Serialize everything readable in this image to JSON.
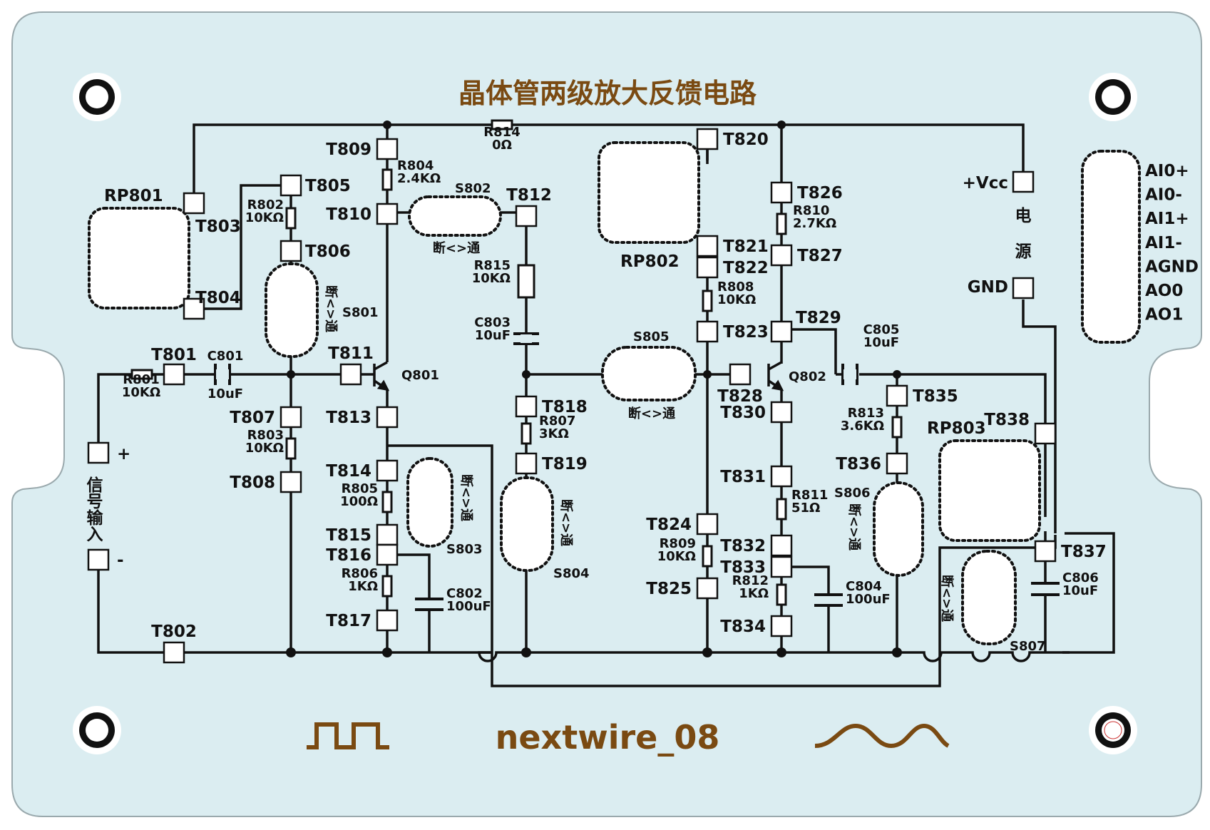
{
  "title": "晶体管两级放大反馈电路",
  "brand": "nextwire_08",
  "colors": {
    "board": "#dbedf1",
    "brand": "#7a4a12",
    "line": "#111111"
  },
  "test_points": [
    "T801",
    "T802",
    "T803",
    "T804",
    "T805",
    "T806",
    "T807",
    "T808",
    "T809",
    "T810",
    "T811",
    "T812",
    "T813",
    "T814",
    "T815",
    "T816",
    "T817",
    "T818",
    "T819",
    "T820",
    "T821",
    "T822",
    "T823",
    "T824",
    "T825",
    "T826",
    "T827",
    "T828",
    "T829",
    "T830",
    "T831",
    "T832",
    "T833",
    "T834",
    "T835",
    "T836",
    "T837",
    "T838"
  ],
  "components": {
    "R801": {
      "ref": "R801",
      "val": "10KΩ"
    },
    "R802": {
      "ref": "R802",
      "val": "10KΩ"
    },
    "R803": {
      "ref": "R803",
      "val": "10KΩ"
    },
    "R804": {
      "ref": "R804",
      "val": "2.4KΩ"
    },
    "R805": {
      "ref": "R805",
      "val": "100Ω"
    },
    "R806": {
      "ref": "R806",
      "val": "1KΩ"
    },
    "R807": {
      "ref": "R807",
      "val": "3KΩ"
    },
    "R808": {
      "ref": "R808",
      "val": "10KΩ"
    },
    "R809": {
      "ref": "R809",
      "val": "10KΩ"
    },
    "R810": {
      "ref": "R810",
      "val": "2.7KΩ"
    },
    "R811": {
      "ref": "R811",
      "val": "51Ω"
    },
    "R812": {
      "ref": "R812",
      "val": "1KΩ"
    },
    "R813": {
      "ref": "R813",
      "val": "3.6KΩ"
    },
    "R814": {
      "ref": "R814",
      "val": "0Ω"
    },
    "R815": {
      "ref": "R815",
      "val": "10KΩ"
    },
    "C801": {
      "ref": "C801",
      "val": "10uF"
    },
    "C802": {
      "ref": "C802",
      "val": "100uF"
    },
    "C803": {
      "ref": "C803",
      "val": "10uF"
    },
    "C804": {
      "ref": "C804",
      "val": "100uF"
    },
    "C805": {
      "ref": "C805",
      "val": "10uF"
    },
    "C806": {
      "ref": "C806",
      "val": "10uF"
    },
    "Q801": "Q801",
    "Q802": "Q802",
    "RP801": "RP801",
    "RP802": "RP802",
    "RP803": "RP803"
  },
  "switches": {
    "S801": "S801",
    "S802": "S802",
    "S803": "S803",
    "S804": "S804",
    "S805": "S805",
    "S806": "S806",
    "S807": "S807",
    "toggle_label": "断<>通"
  },
  "power": {
    "vcc": "+Vcc",
    "gnd": "GND",
    "label1": "电",
    "label2": "源"
  },
  "signal_input": {
    "label": "信号输入",
    "plus": "+",
    "minus": "-"
  },
  "analog_io": [
    "AI0+",
    "AI0-",
    "AI1+",
    "AI1-",
    "AGND",
    "AO0",
    "AO1"
  ],
  "icons": [
    "square-wave-icon",
    "sine-wave-icon",
    "mounting-hole-icon"
  ]
}
